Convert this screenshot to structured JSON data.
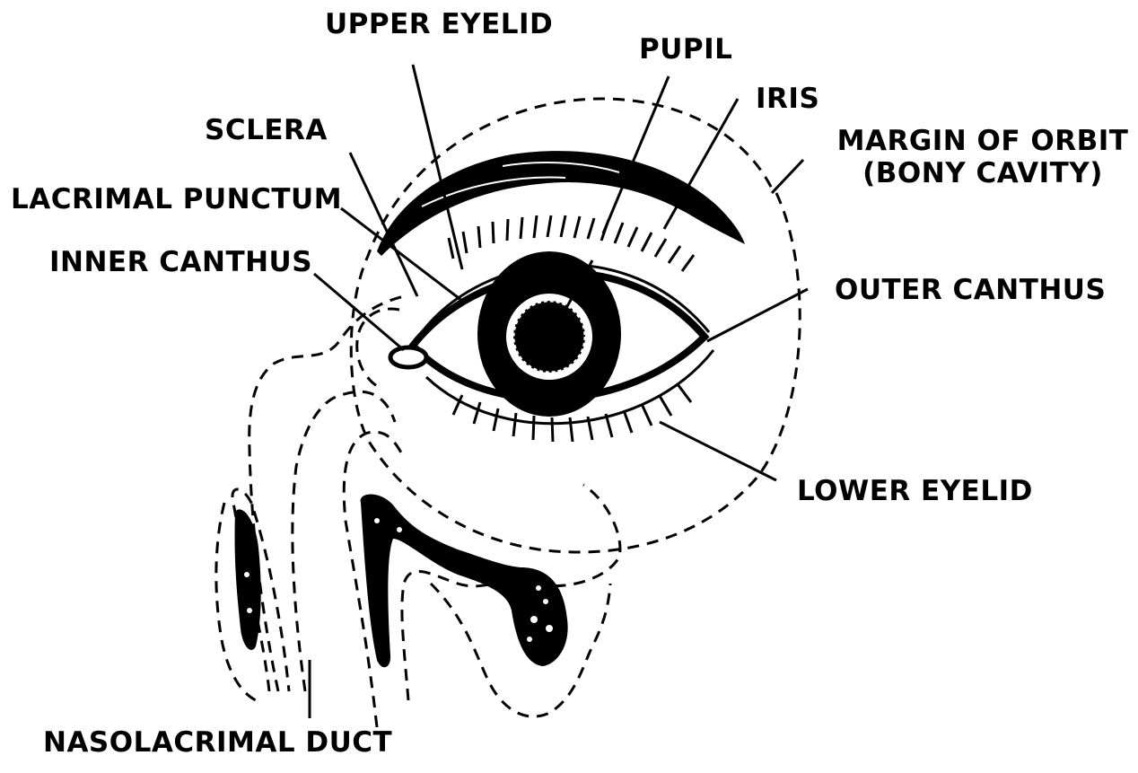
{
  "labels": {
    "upper_eyelid": "UPPER EYELID",
    "pupil": "PUPIL",
    "iris": "IRIS",
    "sclera": "SCLERA",
    "margin_of_orbit_line1": "MARGIN OF ORBIT",
    "margin_of_orbit_line2": "(BONY CAVITY)",
    "lacrimal_punctum": "LACRIMAL PUNCTUM",
    "inner_canthus": "INNER CANTHUS",
    "outer_canthus": "OUTER CANTHUS",
    "lower_eyelid": "LOWER EYELID",
    "nasolacrimal_duct": "NASOLACRIMAL DUCT"
  }
}
